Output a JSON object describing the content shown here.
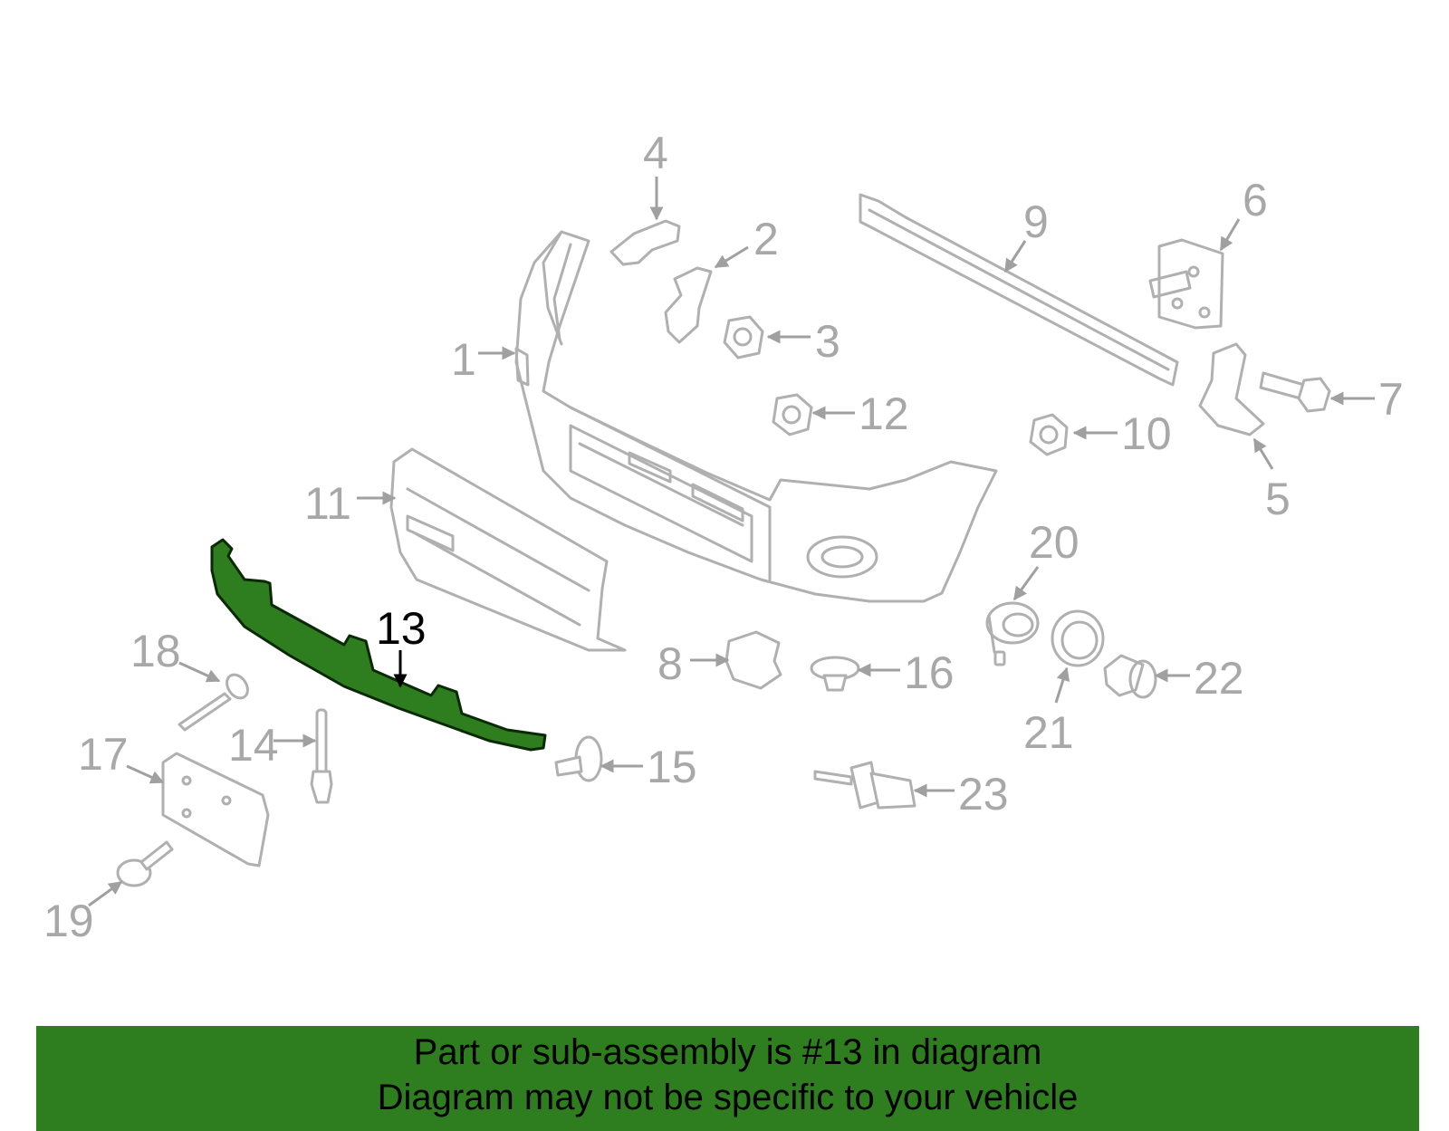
{
  "diagram": {
    "highlight_color": "#2e7d1e",
    "callouts": [
      {
        "id": "1",
        "label": "1"
      },
      {
        "id": "2",
        "label": "2"
      },
      {
        "id": "3",
        "label": "3"
      },
      {
        "id": "4",
        "label": "4"
      },
      {
        "id": "5",
        "label": "5"
      },
      {
        "id": "6",
        "label": "6"
      },
      {
        "id": "7",
        "label": "7"
      },
      {
        "id": "8",
        "label": "8"
      },
      {
        "id": "9",
        "label": "9"
      },
      {
        "id": "10",
        "label": "10"
      },
      {
        "id": "11",
        "label": "11"
      },
      {
        "id": "12",
        "label": "12"
      },
      {
        "id": "13",
        "label": "13",
        "highlighted": true
      },
      {
        "id": "14",
        "label": "14"
      },
      {
        "id": "15",
        "label": "15"
      },
      {
        "id": "16",
        "label": "16"
      },
      {
        "id": "17",
        "label": "17"
      },
      {
        "id": "18",
        "label": "18"
      },
      {
        "id": "19",
        "label": "19"
      },
      {
        "id": "20",
        "label": "20"
      },
      {
        "id": "21",
        "label": "21"
      },
      {
        "id": "22",
        "label": "22"
      },
      {
        "id": "23",
        "label": "23"
      }
    ]
  },
  "banner": {
    "line1": "Part or sub-assembly is #13 in diagram",
    "line2": "Diagram may not be specific to your vehicle",
    "background_color": "#2e7d1e"
  }
}
